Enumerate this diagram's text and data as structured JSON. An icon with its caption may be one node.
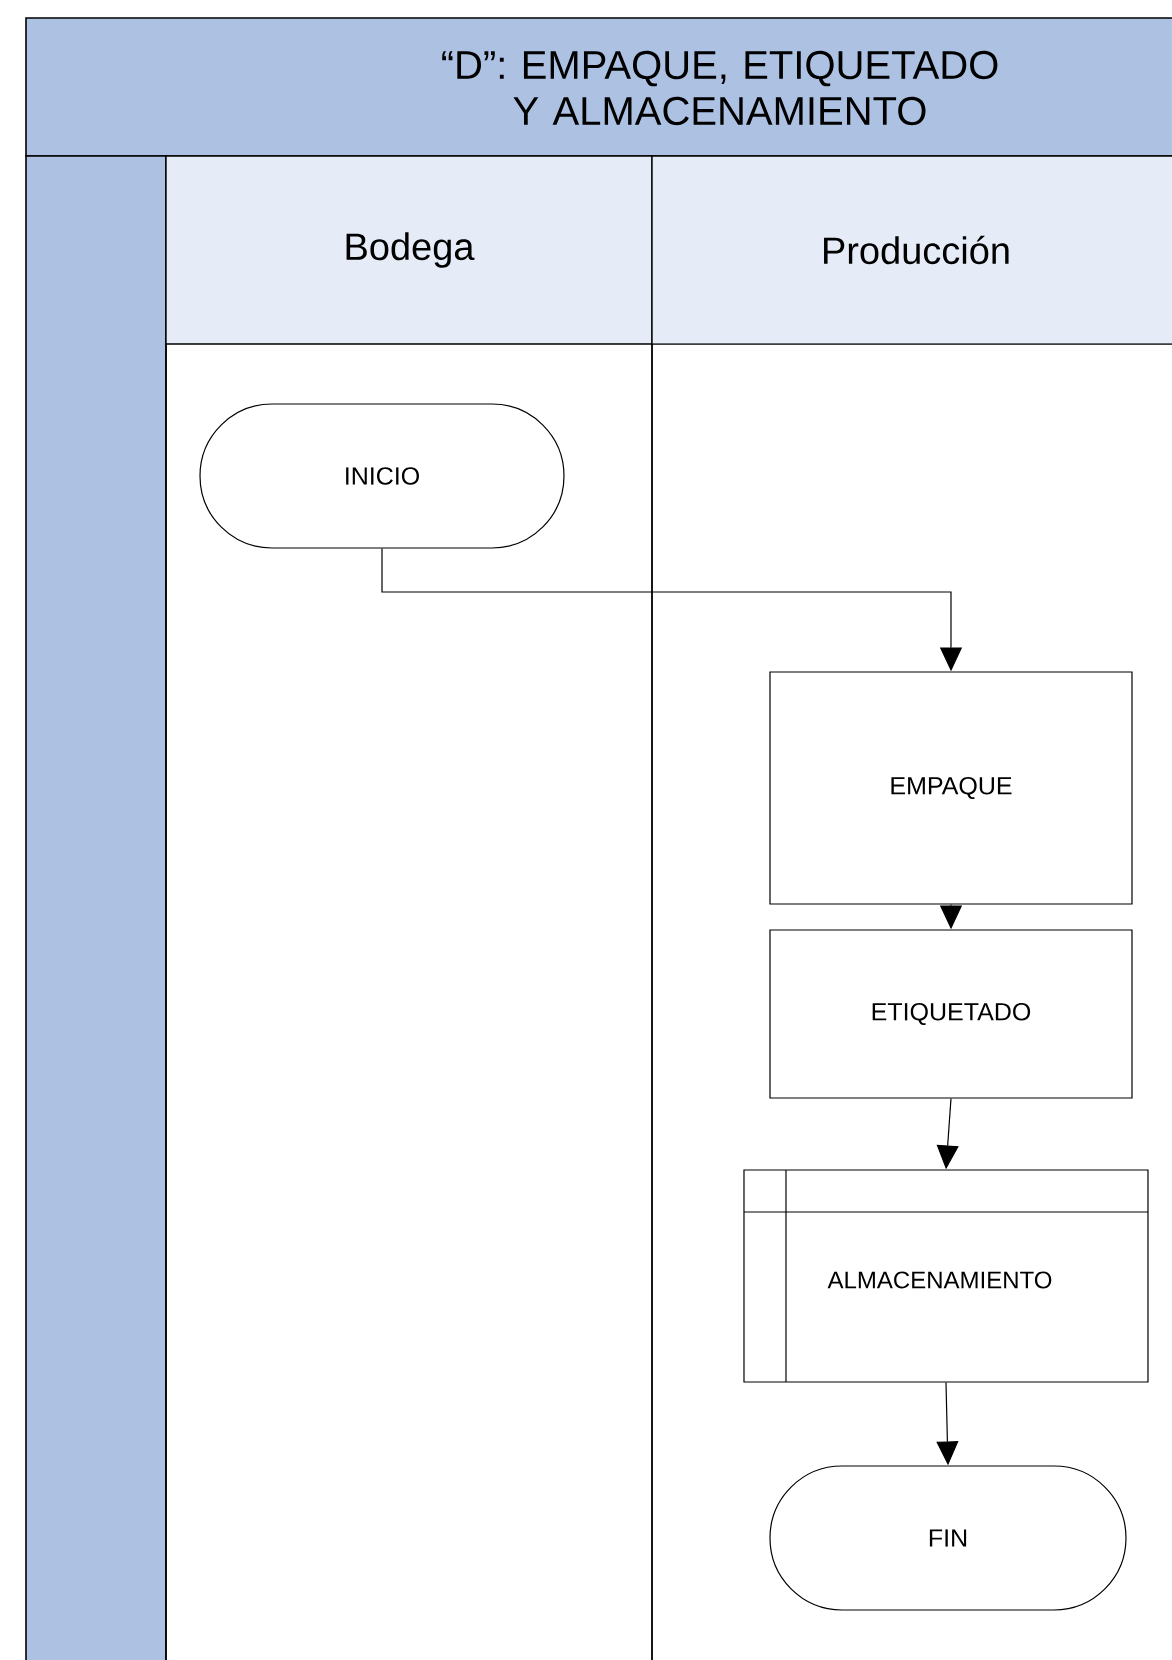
{
  "diagram": {
    "title": "“D”: EMPAQUE, ETIQUETADO Y ALMACENAMIENTO",
    "nodes": [
      {
        "text": [
          "Bodega"
        ]
      },
      {
        "text": [
          "Producción"
        ]
      },
      {
        "text": [
          "INICIO"
        ],
        "in": 0
      },
      {
        "text": [
          "EMPAQUE"
        ],
        "in": 1
      },
      {
        "text": [
          "ETIQUETADO"
        ],
        "in": 1
      },
      {
        "text": [
          "ALMACENAMIENTO"
        ],
        "in": 1
      },
      {
        "text": [
          "FIN"
        ],
        "in": 1
      }
    ],
    "edges": [
      {
        "from": 2,
        "to": 3,
        "arrow": "to"
      },
      {
        "from": 3,
        "to": 4,
        "arrow": "to"
      },
      {
        "from": 4,
        "to": 5,
        "arrow": "to"
      },
      {
        "from": 5,
        "to": 6,
        "arrow": "to"
      }
    ]
  }
}
